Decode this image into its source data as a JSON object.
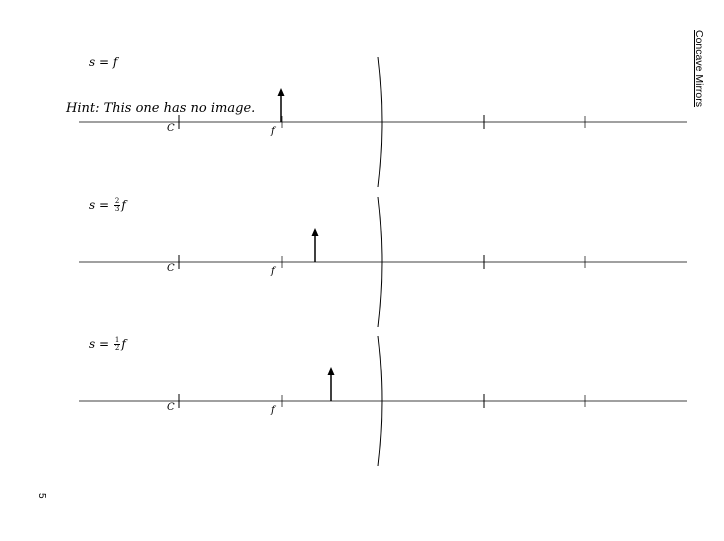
{
  "side_title": "Concave Mirrors",
  "page_number": "5",
  "hint": "Hint: This one has no image.",
  "panels": [
    {
      "equation": {
        "lhs": "s",
        "eq": "=",
        "rhs": "f",
        "numerator": "",
        "denominator": ""
      },
      "labels": {
        "center": "C",
        "focal": "f"
      },
      "object_distance_over_f": 1
    },
    {
      "equation": {
        "lhs": "s",
        "eq": "=",
        "rhs": "f",
        "numerator": "2",
        "denominator": "3"
      },
      "labels": {
        "center": "C",
        "focal": "f"
      },
      "object_distance_over_f": 0.667
    },
    {
      "equation": {
        "lhs": "s",
        "eq": "=",
        "rhs": "f",
        "numerator": "1",
        "denominator": "2"
      },
      "labels": {
        "center": "C",
        "focal": "f"
      },
      "object_distance_over_f": 0.5
    }
  ]
}
